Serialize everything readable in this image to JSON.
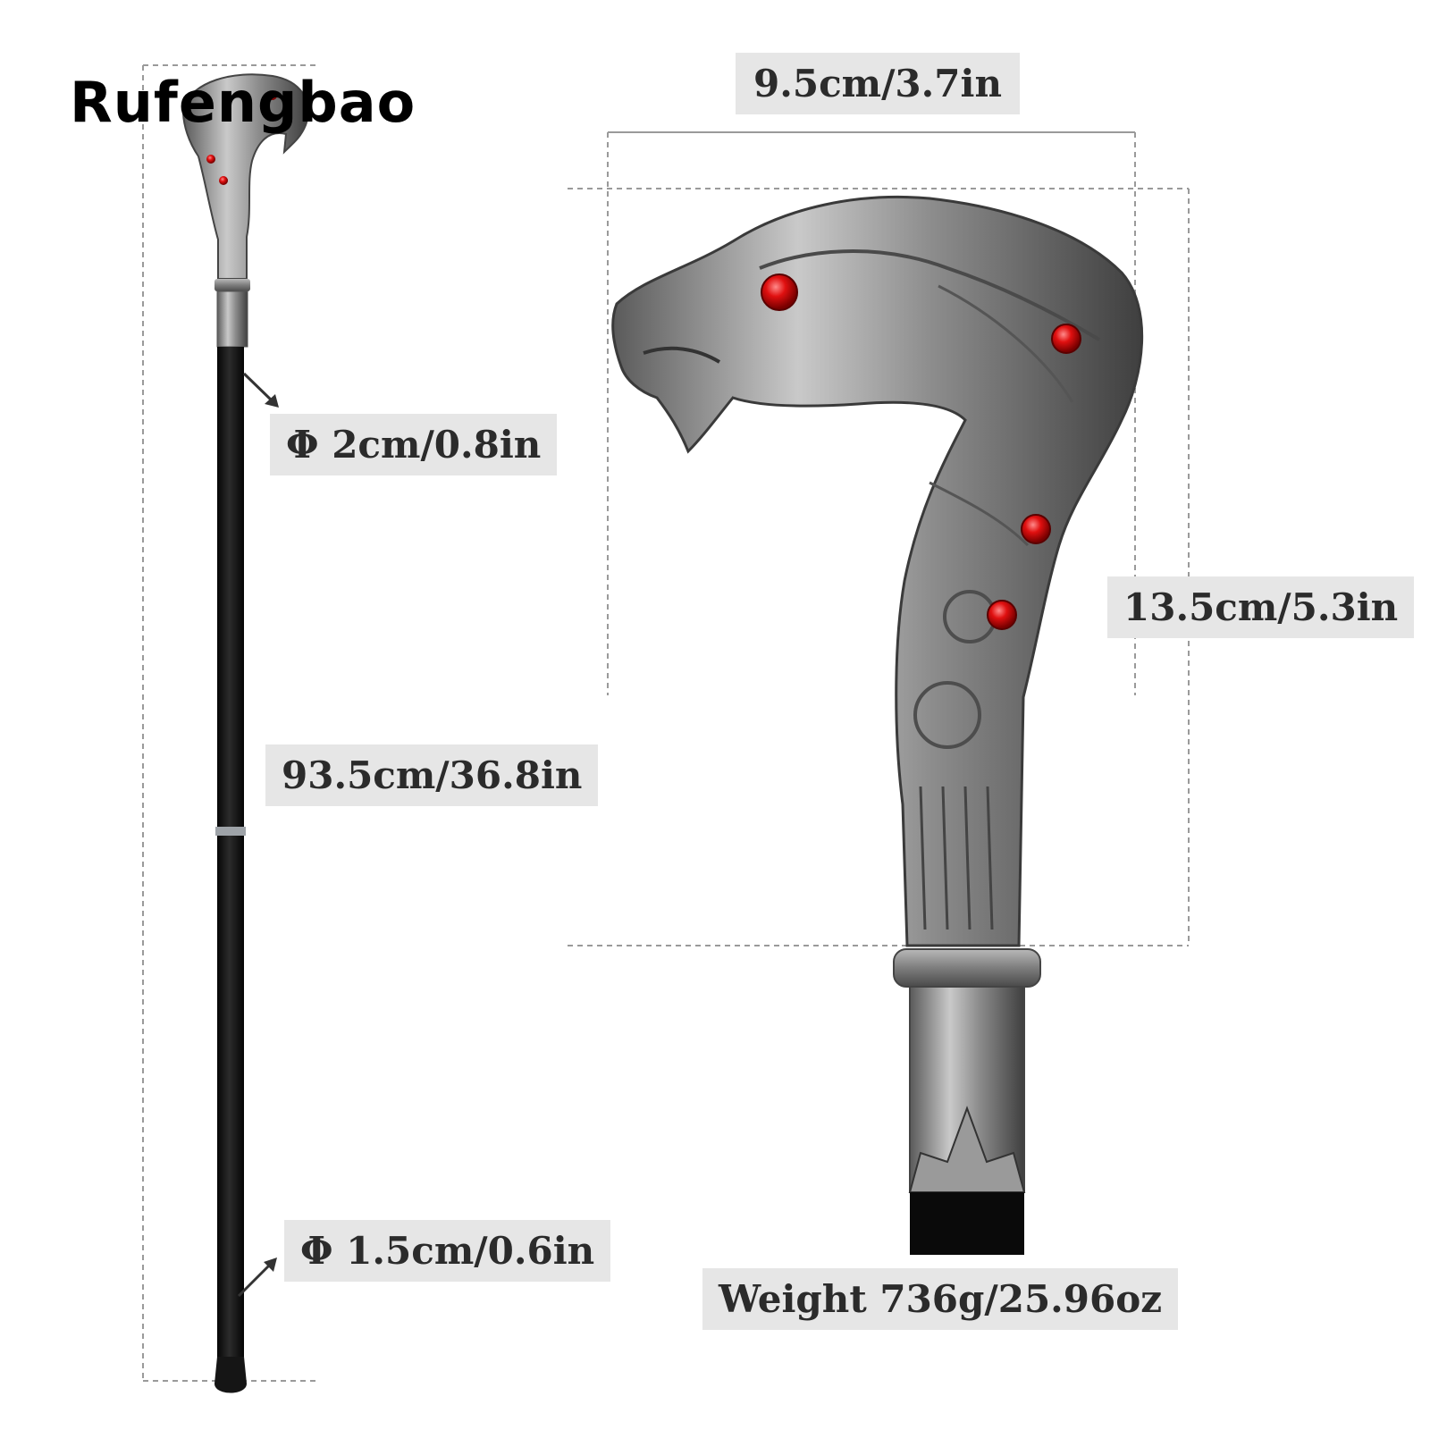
{
  "brand": "Rufengbao",
  "labels": {
    "handle_width": "9.5cm/3.7in",
    "handle_height": "13.5cm/5.3in",
    "top_diameter": "Φ 2cm/0.8in",
    "total_length": "93.5cm/36.8in",
    "bottom_diameter": "Φ 1.5cm/0.6in",
    "weight": "Weight 736g/25.96oz"
  },
  "colors": {
    "tag_background": "#e6e6e6",
    "metal": "#8a8a8a",
    "shaft": "#111111",
    "gem": "#e01010"
  }
}
